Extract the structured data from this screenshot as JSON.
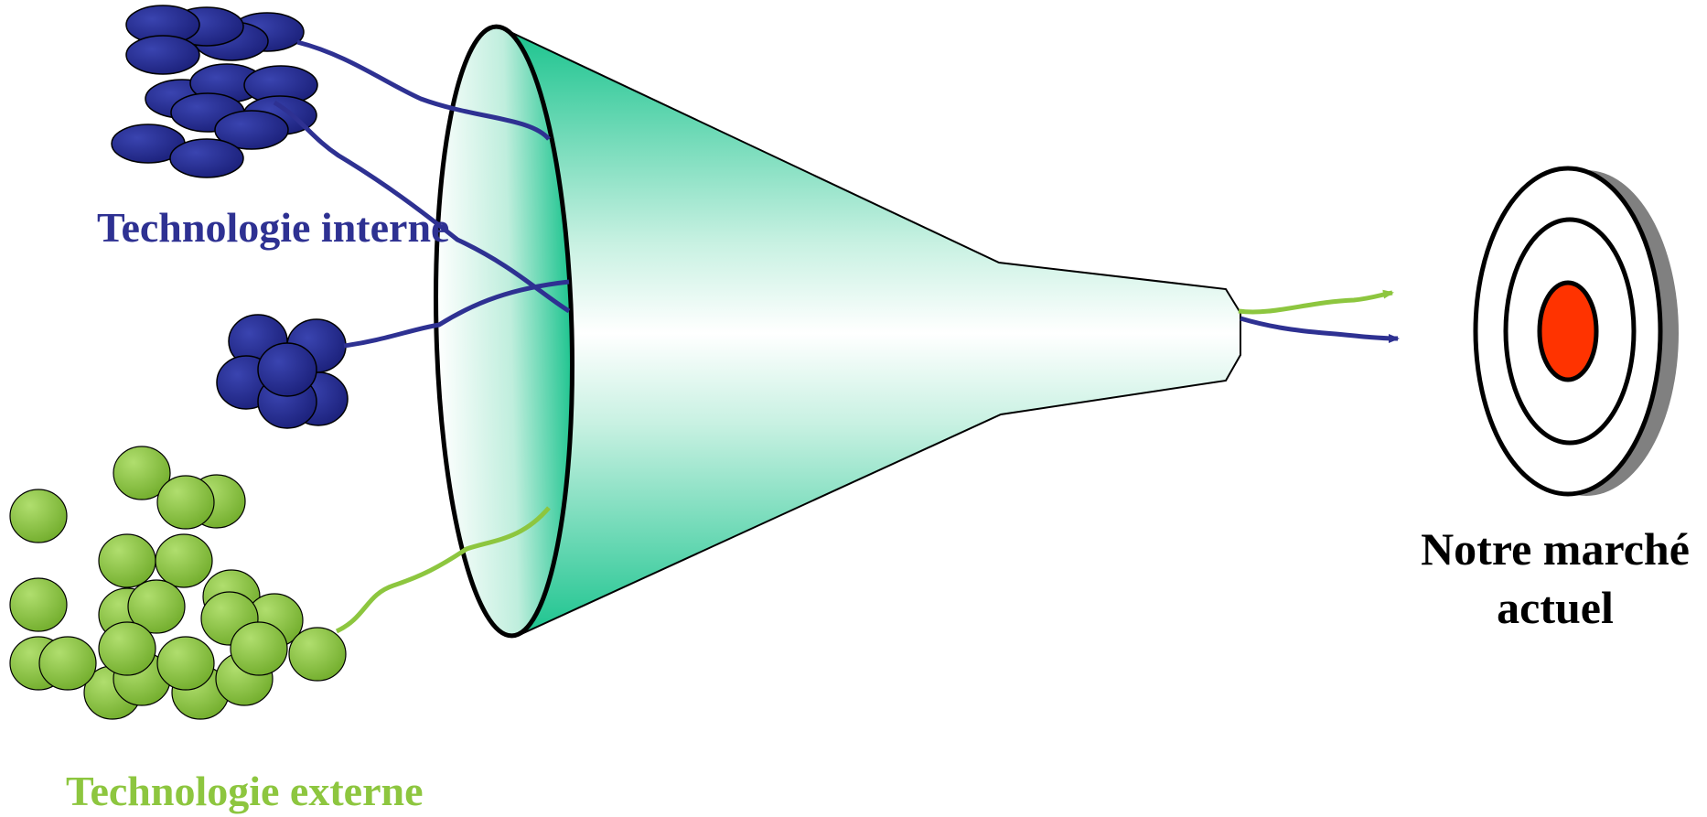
{
  "labels": {
    "internal_tech": "Technologie interne",
    "external_tech": "Technologie externe",
    "market_line1": "Notre marché",
    "market_line2": "actuel"
  },
  "colors": {
    "internal_blue": "#2E3192",
    "internal_fill": "#232A8C",
    "external_green": "#8DC63F",
    "funnel_teal": "#1DC48F",
    "target_center": "#FF3300",
    "target_shadow": "#808080",
    "market_text": "#000000"
  },
  "icons": {
    "funnel": "funnel-icon",
    "target": "target-icon"
  }
}
